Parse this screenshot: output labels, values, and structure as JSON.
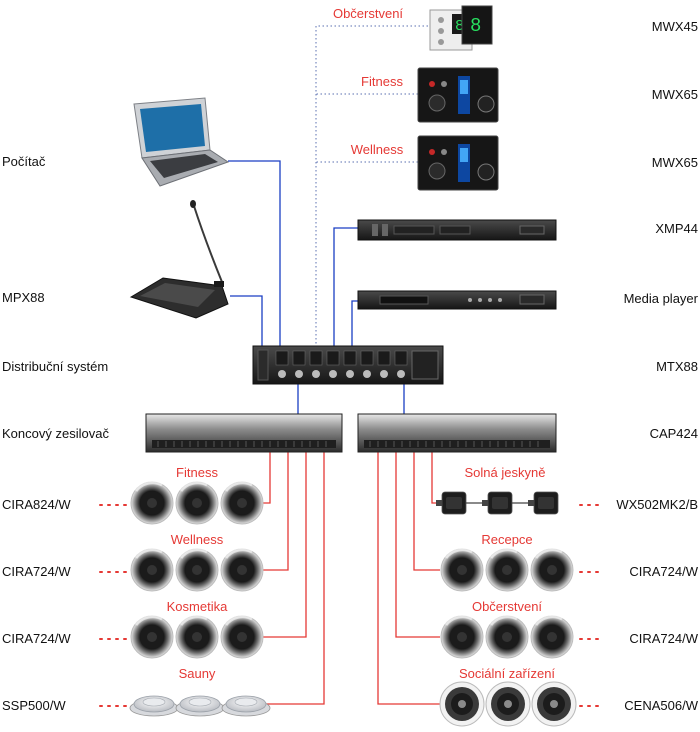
{
  "left_labels": {
    "pocitac": "Počítač",
    "mpx88": "MPX88",
    "distribucni": "Distribuční systém",
    "koncovy": "Koncový zesilovač",
    "cira824": "CIRA824/W",
    "cira724_a": "CIRA724/W",
    "cira724_b": "CIRA724/W",
    "ssp500": "SSP500/W"
  },
  "right_labels": {
    "mwx45": "MWX45",
    "mwx65_a": "MWX65",
    "mwx65_b": "MWX65",
    "xmp44": "XMP44",
    "media_player": "Media player",
    "mtx88": "MTX88",
    "cap424": "CAP424",
    "wx502": "WX502MK2/B",
    "cira724_c": "CIRA724/W",
    "cira724_d": "CIRA724/W",
    "cena506": "CENA506/W"
  },
  "zones": {
    "obcerstveni_top": "Občerstvení",
    "fitness_top": "Fitness",
    "wellness_top": "Wellness",
    "fitness": "Fitness",
    "wellness": "Wellness",
    "kosmetika": "Kosmetika",
    "sauny": "Sauny",
    "solna": "Solná jeskyně",
    "recepce": "Recepce",
    "obcerstveni": "Občerstvení",
    "socialni": "Sociální zařízení"
  },
  "colors": {
    "connection": "#1a3fc4",
    "zone_wire": "#e53935",
    "zone_text": "#e53935"
  }
}
